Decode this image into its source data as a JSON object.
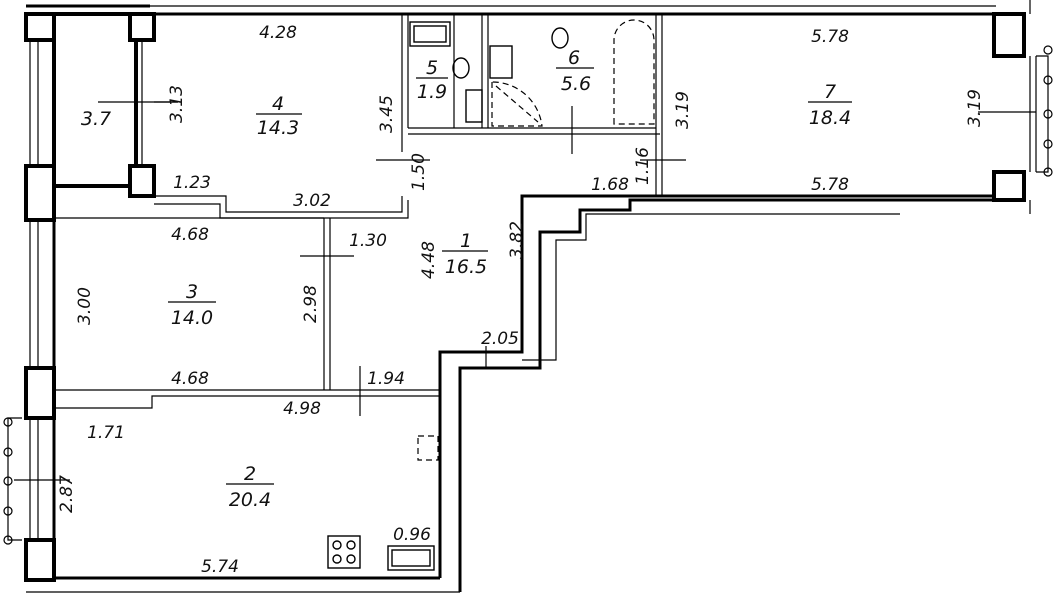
{
  "rooms": [
    {
      "number": "1",
      "area": "16.5"
    },
    {
      "number": "2",
      "area": "20.4"
    },
    {
      "number": "3",
      "area": "14.0"
    },
    {
      "number": "4",
      "area": "14.3"
    },
    {
      "number": "5",
      "area": "1.9"
    },
    {
      "number": "6",
      "area": "5.6"
    },
    {
      "number": "7",
      "area": "18.4"
    }
  ],
  "balcony_area": "3.7",
  "dimensions": {
    "r4_top": "4.28",
    "r4_left": "3.13",
    "r4_right": "3.45",
    "r4_bottom_a": "1.23",
    "r4_bottom_b": "3.02",
    "corridor_a": "1.50",
    "r7_top": "5.78",
    "r7_left": "3.19",
    "r7_right": "3.19",
    "r7_bottom": "5.78",
    "hall_a": "1.16",
    "hall_b": "1.68",
    "r3_top": "4.68",
    "r3_left": "3.00",
    "r3_right": "2.98",
    "r3_bottom": "4.68",
    "hall_c": "1.30",
    "hall_d": "4.48",
    "hall_e": "3.82",
    "hall_f": "2.05",
    "hall_g": "1.94",
    "r2_top": "4.98",
    "r2_left_a": "1.71",
    "r2_left_b": "2.87",
    "r2_bottom": "5.74",
    "r2_corner": "0.96"
  }
}
